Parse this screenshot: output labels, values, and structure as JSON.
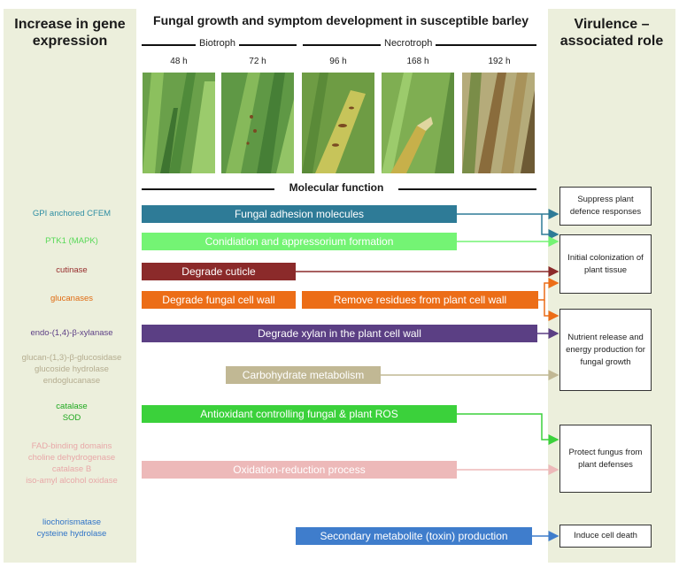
{
  "header": {
    "left_title": "Increase in gene expression",
    "center_title": "Fungal growth and symptom development in susceptible barley",
    "right_title": "Virulence – associated role",
    "phase_biotroph": "Biotroph",
    "phase_necrotroph": "Necrotroph",
    "molecular_function": "Molecular function"
  },
  "timepoints": [
    "48 h",
    "72 h",
    "96 h",
    "168 h",
    "192 h"
  ],
  "genes": [
    {
      "text": "GPI anchored CFEM",
      "color": "#2f8ea3"
    },
    {
      "text": "PTK1 (MAPK)",
      "color": "#57d957"
    },
    {
      "text": "cutinase",
      "color": "#962b2b"
    },
    {
      "text": "glucanases",
      "color": "#e06b12"
    },
    {
      "text": "endo-(1,4)-β-xylanase",
      "color": "#5d3f86"
    },
    {
      "text": "glucan-(1,3)-β-glucosidase\nglucoside hydrolase\nendoglucanase",
      "color": "#b5ad90"
    },
    {
      "text": "catalase\nSOD",
      "color": "#1ea81e"
    },
    {
      "text": "FAD-binding domains\ncholine dehydrogenase\ncatalase B\niso-amyl alcohol oxidase",
      "color": "#e8a8a8"
    },
    {
      "text": "liochorismatase\ncysteine hydrolase",
      "color": "#2f73c7"
    }
  ],
  "functions": [
    {
      "label": "Fungal adhesion molecules",
      "color": "#2e7b97"
    },
    {
      "label": "Conidiation and appressorium formation",
      "color": "#74f474"
    },
    {
      "label": "Degrade cuticle",
      "color": "#8b2a2a"
    },
    {
      "label": "Degrade fungal cell wall",
      "color": "#ec6d17"
    },
    {
      "label": "Remove residues from plant cell wall",
      "color": "#ec6d17"
    },
    {
      "label": "Degrade xylan in the plant cell wall",
      "color": "#5b3f84"
    },
    {
      "label": "Carbohydrate metabolism",
      "color": "#c1b894"
    },
    {
      "label": "Antioxidant controlling fungal & plant ROS",
      "color": "#3bd13b"
    },
    {
      "label": "Oxidation-reduction process",
      "color": "#edb9b9"
    },
    {
      "label": "Secondary metabolite (toxin) production",
      "color": "#3f7dcc"
    }
  ],
  "roles": [
    "Suppress plant defence responses",
    "Initial colonization of plant tissue",
    "Nutrient release and energy production for fungal growth",
    "Protect fungus from plant defenses",
    "Induce cell death"
  ]
}
